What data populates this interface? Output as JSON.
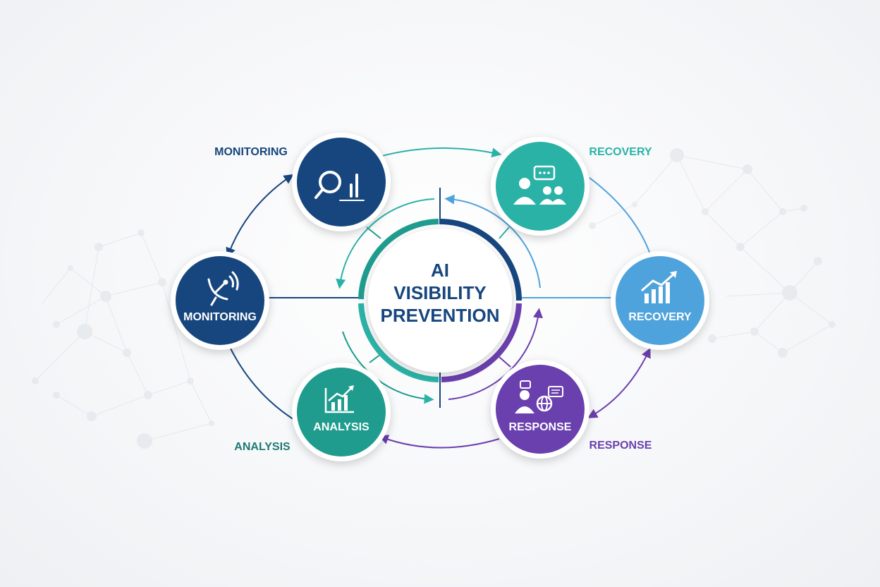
{
  "center": {
    "lines": [
      "AI",
      "VISIBILITY",
      "PREVENTION"
    ]
  },
  "nodes": [
    {
      "key": "monitoring_top",
      "label": "",
      "outer_label": "MONITORING",
      "color": "#17467e",
      "icon": "magnifier-chart-icon"
    },
    {
      "key": "recovery_top",
      "label": "",
      "outer_label": "RECOVERY",
      "color": "#2bb2a7",
      "icon": "people-chat-icon"
    },
    {
      "key": "monitoring_left",
      "label": "MONITORING",
      "outer_label": "",
      "color": "#17467e",
      "icon": "satellite-dish-icon"
    },
    {
      "key": "recovery_right",
      "label": "RECOVERY",
      "outer_label": "",
      "color": "#4fa3dc",
      "icon": "growth-chart-icon"
    },
    {
      "key": "analysis",
      "label": "ANALYSIS",
      "outer_label": "ANALYSIS",
      "color": "#1f9c8e",
      "icon": "trend-chart-icon"
    },
    {
      "key": "response",
      "label": "RESPONSE",
      "outer_label": "RESPONSE",
      "color": "#6a3fae",
      "icon": "support-globe-icon"
    }
  ],
  "colors": {
    "navy": "#17467e",
    "teal": "#2bb2a7",
    "green_teal": "#1f9c8e",
    "sky": "#4fa3dc",
    "purple": "#6a3fae"
  }
}
